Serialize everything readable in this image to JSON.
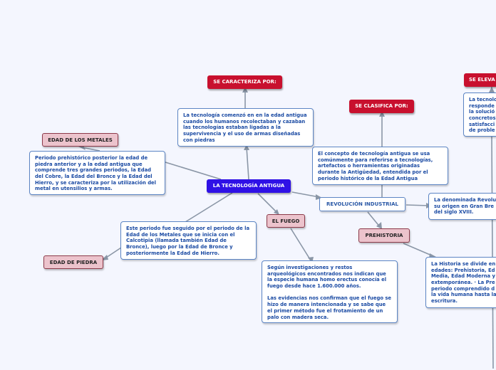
{
  "colors": {
    "background": "#f4f6fe",
    "central": "#2f11e6",
    "red_label": "#c8102e",
    "pink_label": "#ecc3cc",
    "text_blue": "#1a4aa3",
    "connector": "#8a96a6"
  },
  "nodes": {
    "central": "LA TECNOLOGÍA ANTIGUA",
    "caracteriza_label": "SE CARACTERIZA POR:",
    "caracteriza_text": "La tecnología comenzó en en la edad antigua cuando los humanos recolectaban y cazaban las tecnologías estaban ligadas a la supervivencia y el uso de armas diseñadas con piedras",
    "clasifica_label": "SE CLASIFICA POR:",
    "clasifica_text": "El concepto de tecnología antigua se usa comúnmente para referirse a tecnologías, artefactos o herramientas originadas durante la Antigüedad, entendida por el periodo histórico de la Edad Antigua",
    "eleva_label": "SE ELEVA",
    "eleva_text": "La tecnolo\nresponde\nla solució\nconcretos\nsatisfacci\nde proble",
    "metales_label": "EDAD DE LOS METALES",
    "metales_text": "Periodo prehistórico posterior  la edad de piedra anterior y  a la edad antigua que comprende tres grandes periodos, la Edad del Cobre, la Edad del Bronce y la Edad del Hierro, y se caracteriza por la utilización del metal en utensilios y armas.",
    "piedra_label": "EDAD DE PIEDRA",
    "piedra_text": "Este periodo fue seguido por el periodo de la Edad de los Metales que se inicia con el Calcotipia (llamada también Edad de Bronce), luego por la Edad de Bronce y posteriormente la Edad de Hierro.",
    "fuego_label": "EL FUEGO",
    "fuego_text": "Según investigaciones y restos arqueológicos encontrados nos indican que la especie humana homo erectus conocía el fuego desde hace 1.600.000 años.\n\nLas evidencias nos confirman que el fuego se hizo de manera intencionada y se sabe que el primer método fue el frotamiento de un palo con madera seca.",
    "revolucion_label": "REVOLUCIÓN INDUSTRIAL",
    "revolucion_text": "La denominada Revolu\nsu origen en Gran Bre\ndel siglo XVIII.",
    "prehistoria_label": "PREHISTORIA",
    "prehistoria_text": "La Historia se divide en\nedades: Prehistoria, Ed\nMedia, Edad Moderna y\nextemporánea. · La Pre\nperiodo comprendido d\nla vida humana hasta la\nescritura."
  }
}
